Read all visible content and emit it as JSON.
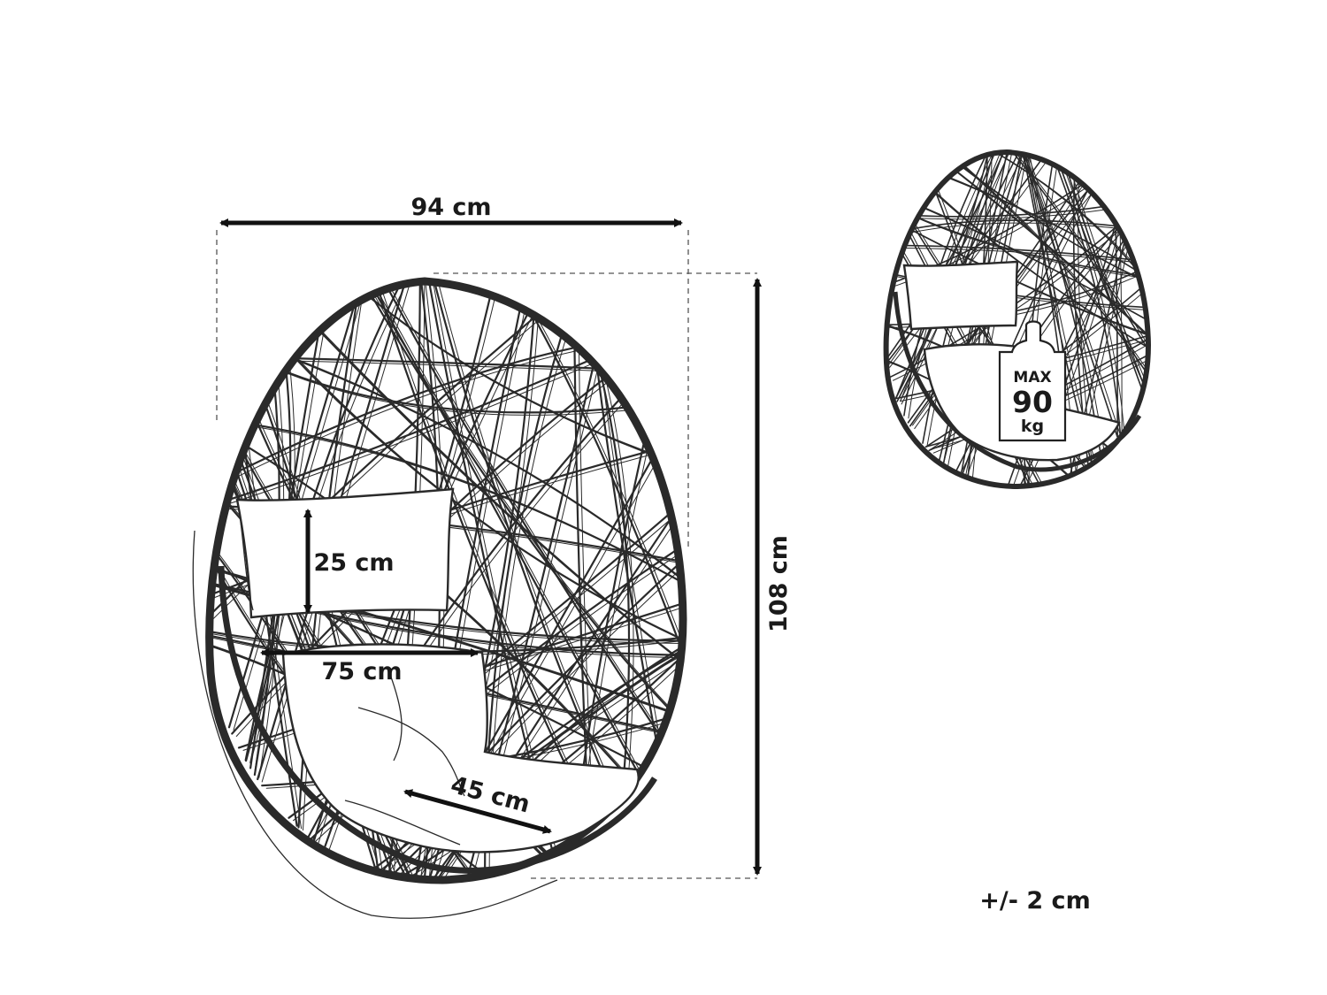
{
  "dimensions": {
    "width": "94 cm",
    "height": "108 cm",
    "pillow_height": "25 cm",
    "seat_width": "75 cm",
    "seat_depth": "45 cm",
    "tolerance": "+/- 2 cm"
  },
  "weight_tag": {
    "line1": "MAX",
    "line2": "90",
    "line3": "kg"
  }
}
